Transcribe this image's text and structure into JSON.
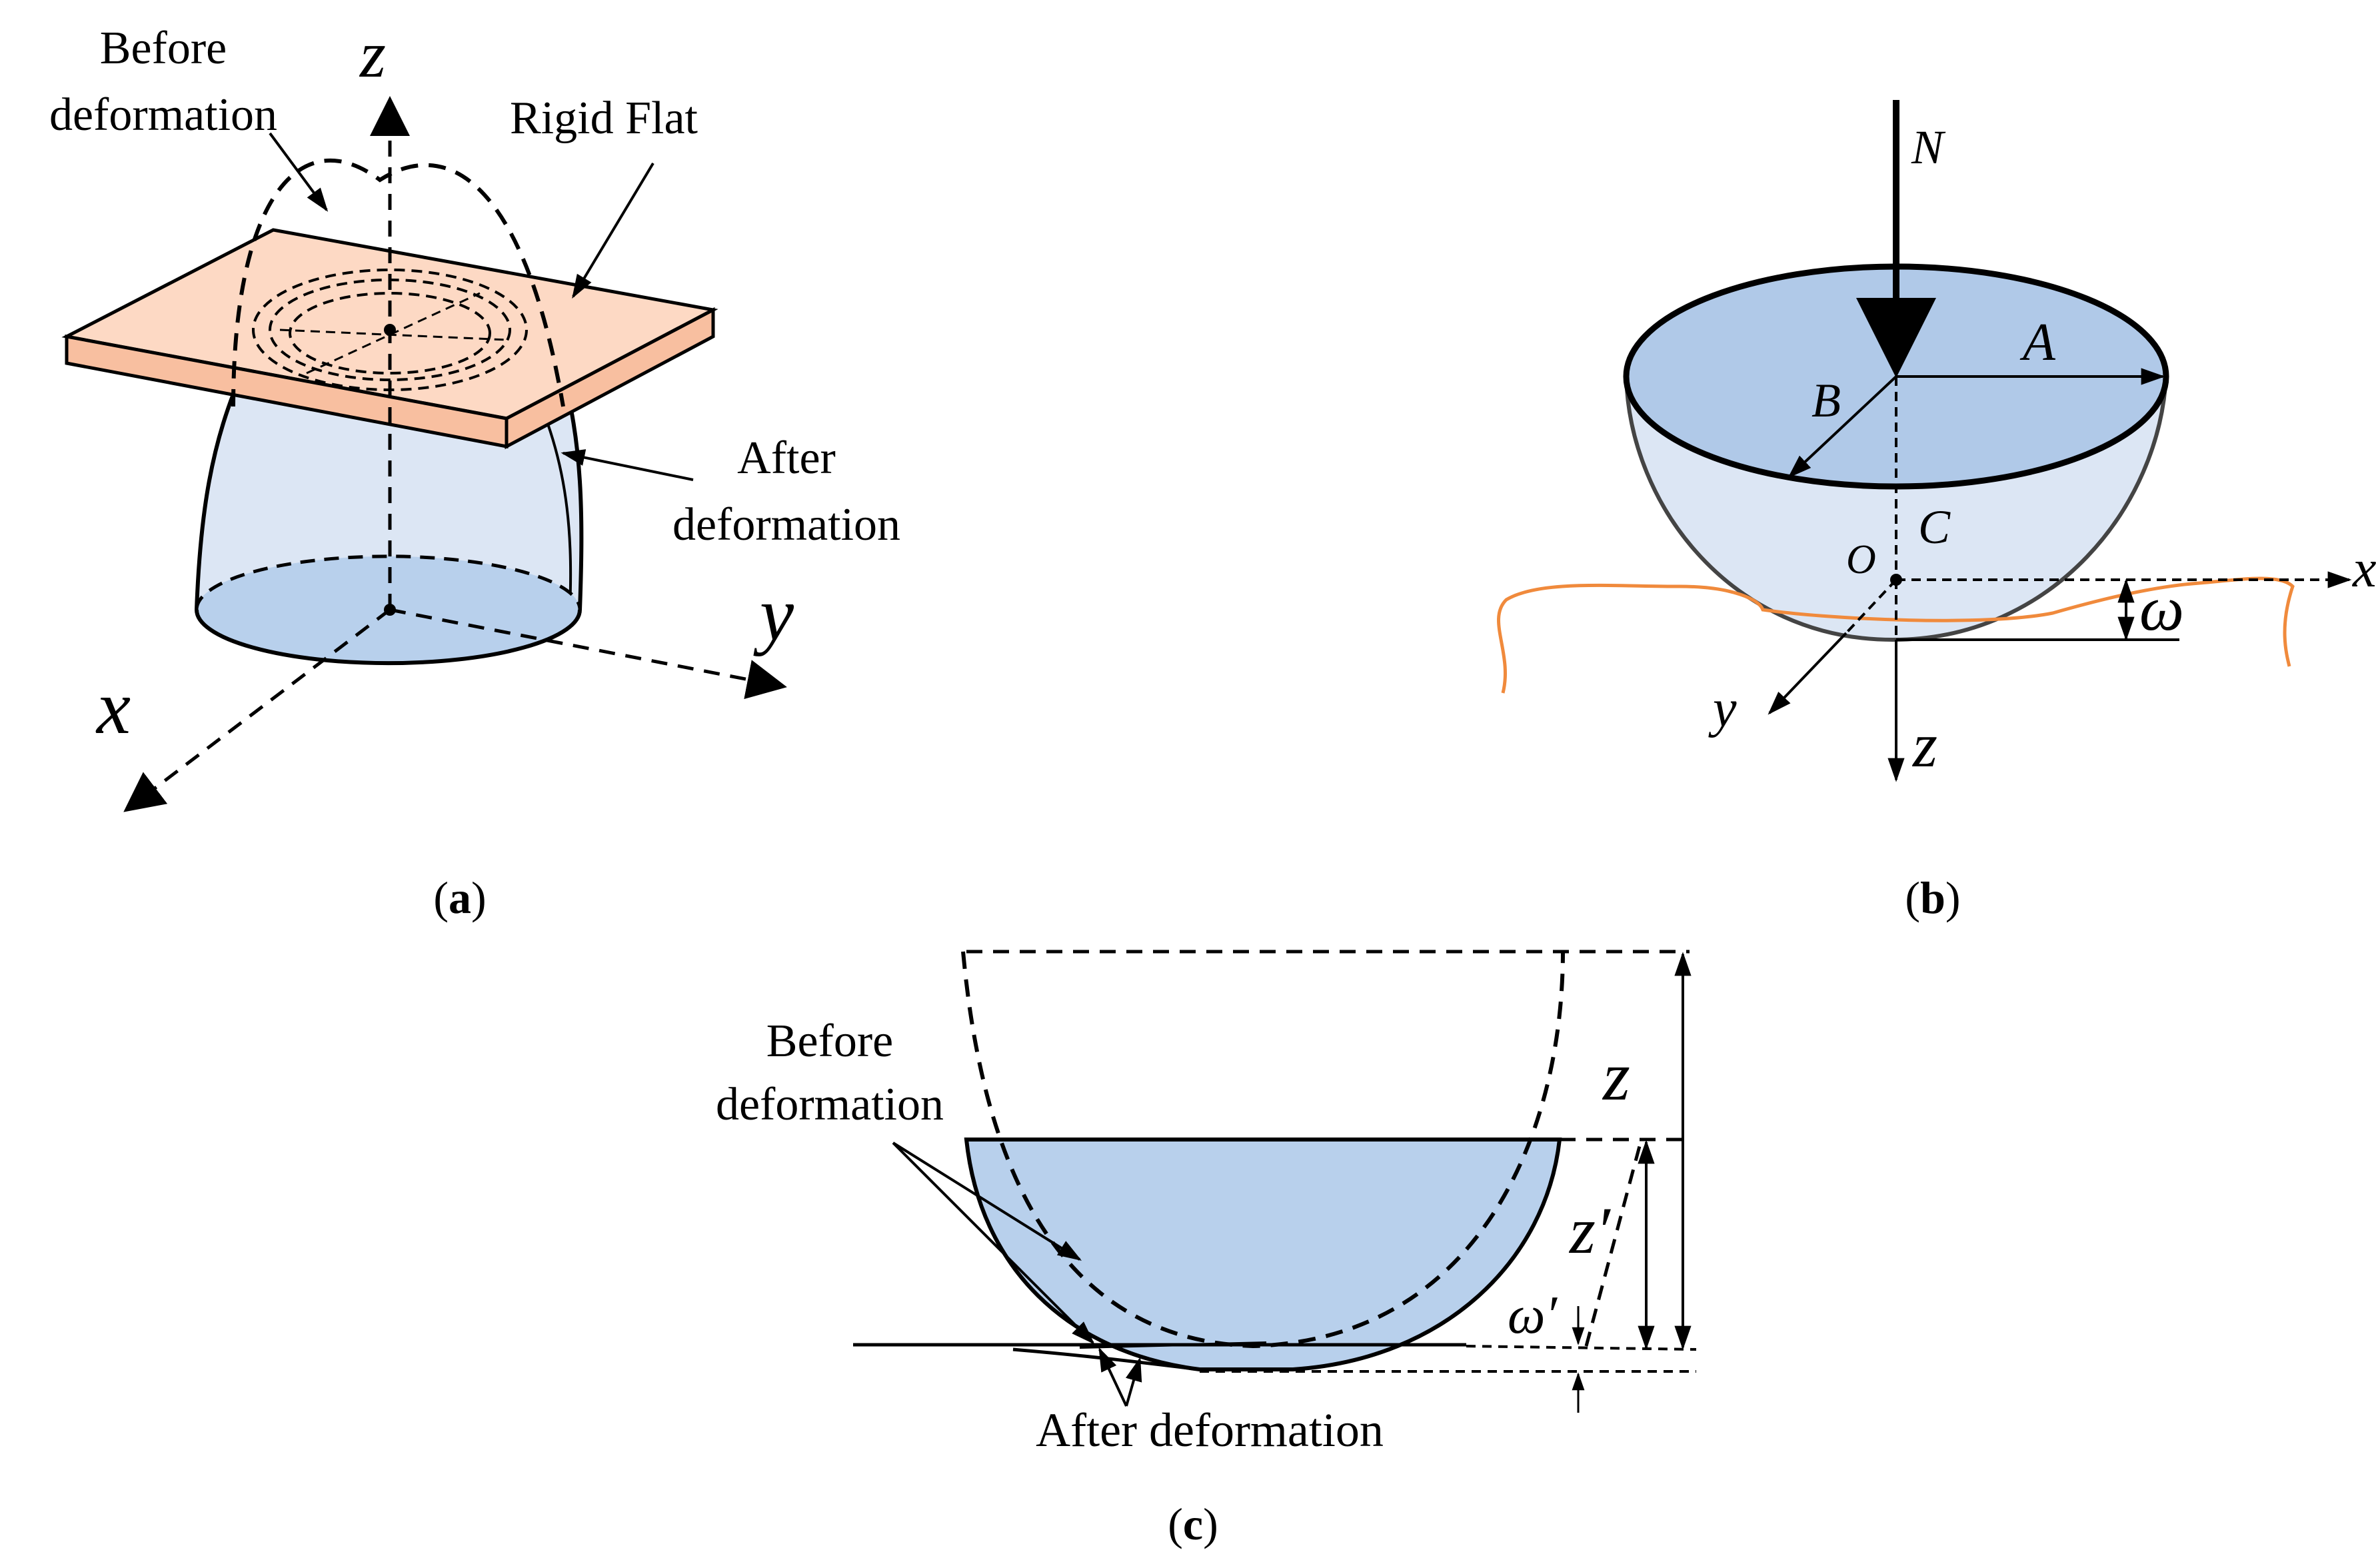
{
  "panel_a": {
    "label_before": [
      "Before",
      "deformation"
    ],
    "label_rigid_flat": "Rigid Flat",
    "label_after": [
      "After",
      "deformation"
    ],
    "axis_z": "z",
    "axis_x": "x",
    "axis_y": "y",
    "caption_open": "(",
    "caption_letter": "a",
    "caption_close": ")"
  },
  "panel_b": {
    "label_n": "N",
    "label_a": "A",
    "label_b": "B",
    "label_c": "C",
    "label_o": "O",
    "label_omega": "ω",
    "axis_x": "x",
    "axis_y": "y",
    "axis_z": "z",
    "caption_open": "(",
    "caption_letter": "b",
    "caption_close": ")"
  },
  "panel_c": {
    "label_before": [
      "Before",
      "deformation"
    ],
    "label_after": "After deformation",
    "label_z": "z",
    "label_z_prime": "z′",
    "label_omega_prime": "ω′",
    "caption_open": "(",
    "caption_letter": "c",
    "caption_close": ")"
  },
  "colors": {
    "plate_top": "#FDD9C4",
    "plate_side": "#F8BFA0",
    "body_fill": "#DCE6F4",
    "base_fill": "#B8D0EC",
    "surface_line": "#F08A3C",
    "ink": "#000000"
  }
}
